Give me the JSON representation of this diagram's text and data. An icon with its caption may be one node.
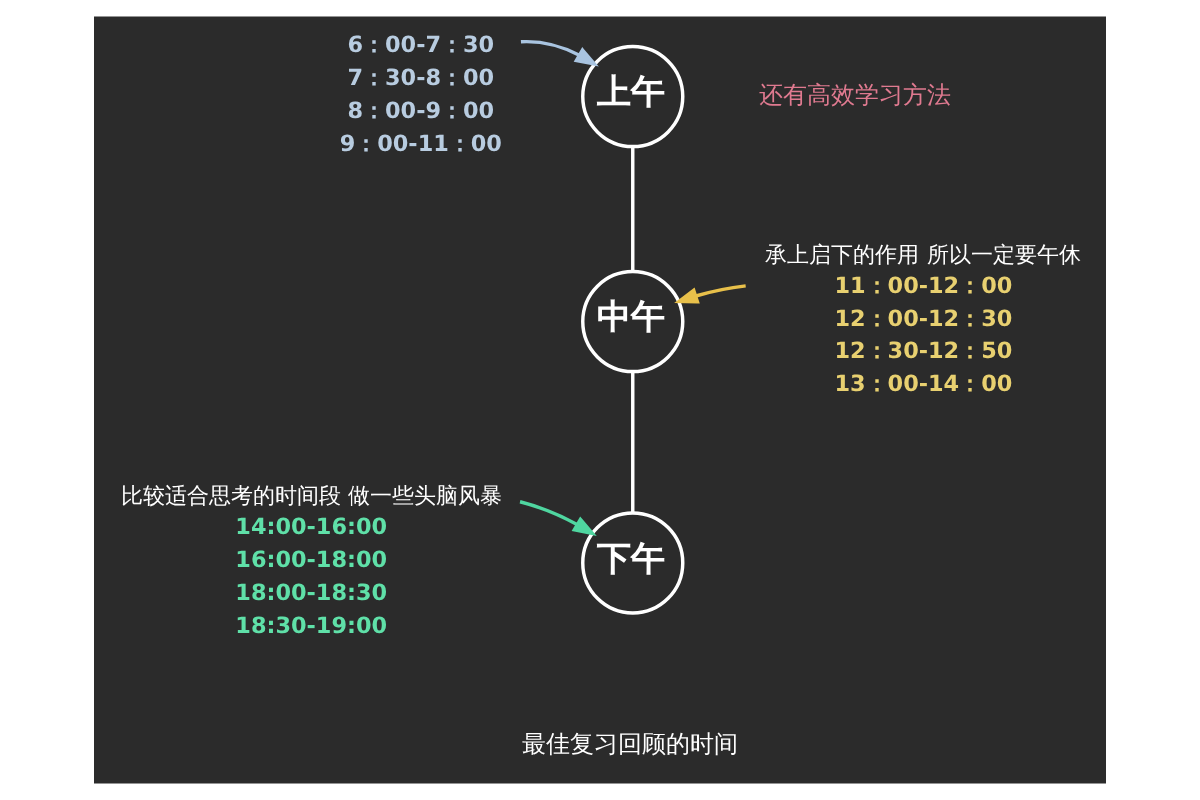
{
  "diagram": {
    "nodes": [
      {
        "text": [
          "6：00-7：30",
          "7：30-8：00",
          "8：00-9：00",
          "9：00-11：00"
        ]
      },
      {
        "text": [
          "上午"
        ]
      },
      {
        "text": [
          "承上启下的作用 所以一定要午休",
          "11：00-12：00",
          "12：00-12：30",
          "12：30-12：50",
          "13：00-14：00"
        ]
      },
      {
        "text": [
          "中午"
        ]
      },
      {
        "text": [
          "比较适合思考的时间段 做一些头脑风暴",
          "14:00-16:00",
          "16:00-18:00",
          "18:00-18:30",
          "18:30-19:00"
        ]
      },
      {
        "text": [
          "下午"
        ]
      }
    ],
    "edges": [
      {
        "from": 0,
        "to": 1,
        "arrow": "to",
        "color": "#a9c4e0"
      },
      {
        "from": 2,
        "to": 3,
        "arrow": "to",
        "color": "#e8c04a"
      },
      {
        "from": 4,
        "to": 5,
        "arrow": "to",
        "color": "#4fd6a0"
      },
      {
        "from": 1,
        "to": 3,
        "arrow": "none"
      },
      {
        "from": 3,
        "to": 5,
        "arrow": "none"
      }
    ],
    "labels": [
      "还有高效学习方法",
      "最佳复习回顾的时间"
    ]
  }
}
